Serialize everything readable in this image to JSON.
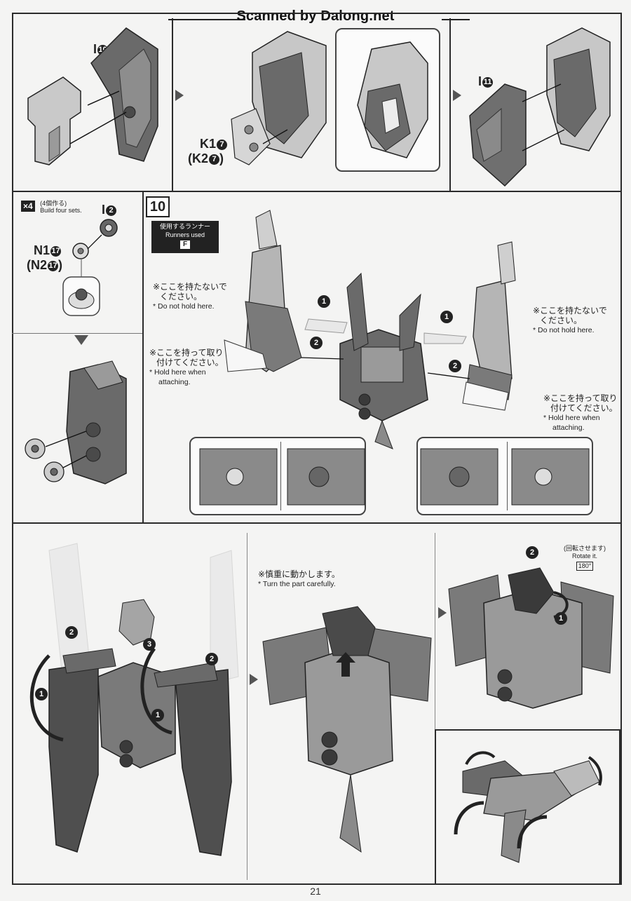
{
  "watermark": "Scanned by Dalong.net",
  "page_number": "21",
  "top_section": {
    "label_i10": "I",
    "label_i10_num": "10",
    "label_k17": "K1",
    "label_k17_num": "7",
    "label_k27": "(K2",
    "label_k27_num": "7",
    "label_k27_close": ")",
    "label_i11": "I",
    "label_i11_num": "11"
  },
  "left_panel": {
    "multiplier": "×4",
    "multiplier_jp": "(4個作る)",
    "multiplier_en": "Build four sets.",
    "label_i2": "I",
    "label_i2_num": "2",
    "label_n17": "N1",
    "label_n17_num": "17",
    "label_n27": "(N2",
    "label_n27_num": "17",
    "label_n27_close": ")"
  },
  "step10": {
    "step_number": "10",
    "runners_jp": "使用するランナー",
    "runners_en": "Runners used",
    "runner_letter": "F",
    "note_left_nohold_jp1": "※ここを持たないで",
    "note_left_nohold_jp2": "ください。",
    "note_left_nohold_en": "* Do not hold here.",
    "note_left_hold_jp1": "※ここを持って取り",
    "note_left_hold_jp2": "付けてください。",
    "note_left_hold_en1": "* Hold here when",
    "note_left_hold_en2": "attaching.",
    "note_right_nohold_jp1": "※ここを持たないで",
    "note_right_nohold_jp2": "ください。",
    "note_right_nohold_en": "* Do not hold here.",
    "note_right_hold_jp1": "※ここを持って取り",
    "note_right_hold_jp2": "付けてください。",
    "note_right_hold_en1": "* Hold here when",
    "note_right_hold_en2": "attaching.",
    "badge_1": "1",
    "badge_2": "2"
  },
  "bottom_section": {
    "careful_jp": "※慎重に動かします。",
    "careful_en": "* Turn the part carefully.",
    "rotate_jp": "(回転させます)",
    "rotate_en": "Rotate it.",
    "rotate_deg": "180°",
    "badge_1": "1",
    "badge_2": "2",
    "badge_3": "3"
  },
  "colors": {
    "line": "#2b2b2b",
    "part_dark": "#5a5a5a",
    "part_mid": "#8a8a8a",
    "part_light": "#c8c8c8",
    "ghost": "#e2e2e2"
  },
  "icons": [
    "arrow-right-icon",
    "arrow-down-icon",
    "rotate-icon",
    "hand-icon",
    "snap-mark-icon"
  ]
}
